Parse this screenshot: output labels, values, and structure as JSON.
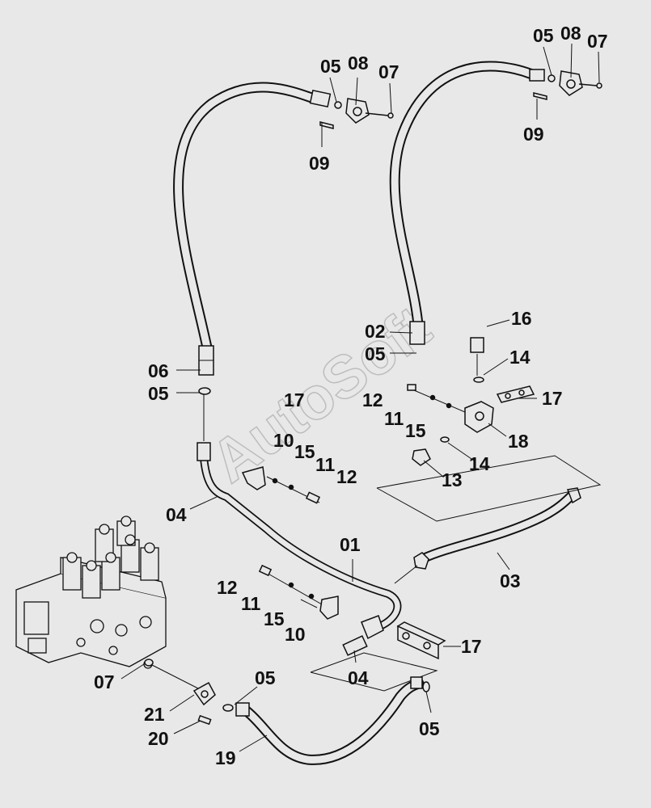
{
  "watermark": "AutoSoft",
  "callouts": {
    "c01": "01",
    "c02": "02",
    "c03": "03",
    "c04a": "04",
    "c04b": "04",
    "c05_tl": "05",
    "c05_tr": "05",
    "c05_l": "05",
    "c05_m": "05",
    "c05_bl": "05",
    "c05_br": "05",
    "c06": "06",
    "c07_tl": "07",
    "c07_tr": "07",
    "c07_bl": "07",
    "c08_tl": "08",
    "c08_tr": "08",
    "c09_tl": "09",
    "c09_tr": "09",
    "c10a": "10",
    "c10b": "10",
    "c11a": "11",
    "c11b": "11",
    "c11c": "11",
    "c12a": "12",
    "c12b": "12",
    "c12c": "12",
    "c13": "13",
    "c14a": "14",
    "c14b": "14",
    "c15a": "15",
    "c15b": "15",
    "c15c": "15",
    "c16": "16",
    "c17a": "17",
    "c17b": "17",
    "c17c": "17",
    "c18": "18",
    "c19": "19",
    "c20": "20",
    "c21": "21"
  }
}
